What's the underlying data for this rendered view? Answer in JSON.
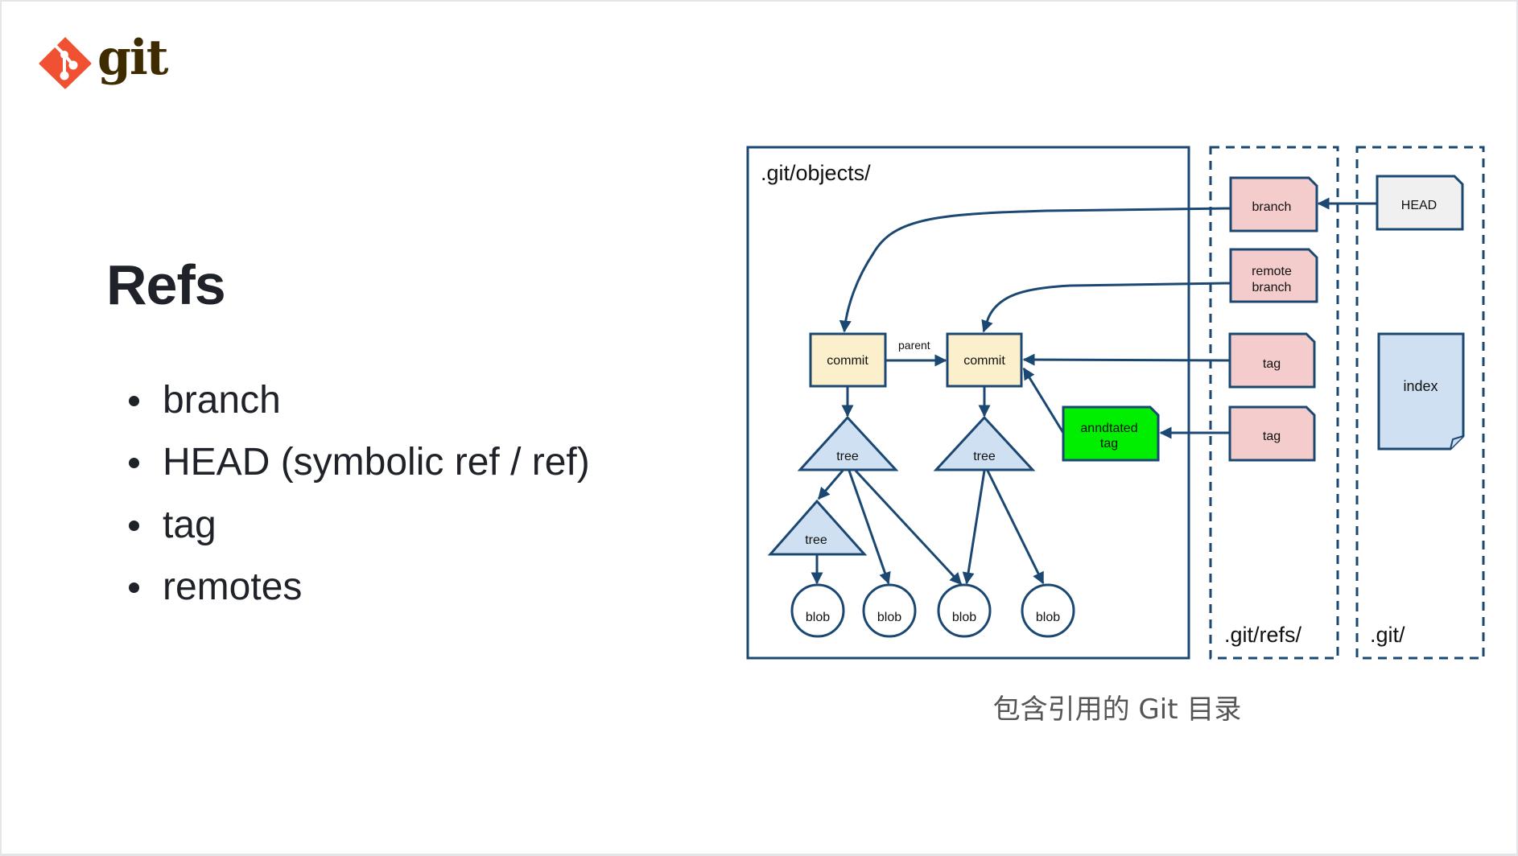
{
  "logo": {
    "text": "git",
    "icon": "git-diamond-icon",
    "brand_color": "#f05133",
    "text_color": "#3e2c00"
  },
  "slide": {
    "title": "Refs",
    "bullets": [
      "branch",
      "HEAD (symbolic ref / ref)",
      "tag",
      "remotes"
    ]
  },
  "diagram": {
    "colors": {
      "stroke": "#1b4872",
      "commit_fill": "#fcefcc",
      "tree_fill": "#cfe0f2",
      "ref_fill": "#f4cccc",
      "annotated_tag_fill": "#00ee00",
      "head_fill": "#f0f0f0",
      "index_fill": "#cfe0f2"
    },
    "containers": {
      "objects": ".git/objects/",
      "refs": ".git/refs/",
      "git": ".git/"
    },
    "edge_label": "parent",
    "commits": [
      "commit",
      "commit"
    ],
    "trees": [
      "tree",
      "tree",
      "tree"
    ],
    "blobs": [
      "blob",
      "blob",
      "blob",
      "blob"
    ],
    "annotated_tag": [
      "anndtated",
      "tag"
    ],
    "refs": {
      "branch": [
        "branch"
      ],
      "remote_branch": [
        "remote",
        "branch"
      ],
      "tag1": [
        "tag"
      ],
      "tag2": [
        "tag"
      ]
    },
    "head": "HEAD",
    "index": "index"
  },
  "caption": "包含引用的 Git 目录"
}
